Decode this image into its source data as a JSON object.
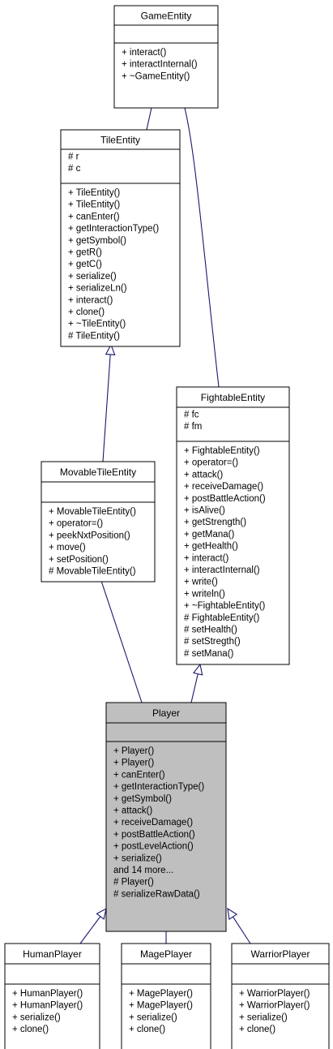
{
  "classes": {
    "GameEntity": {
      "name": "GameEntity",
      "attributes": [],
      "methods": [
        "+ interact()",
        "+ interactInternal()",
        "+ ~GameEntity()"
      ]
    },
    "TileEntity": {
      "name": "TileEntity",
      "attributes": [
        "# r",
        "# c"
      ],
      "methods": [
        "+ TileEntity()",
        "+ TileEntity()",
        "+ canEnter()",
        "+ getInteractionType()",
        "+ getSymbol()",
        "+ getR()",
        "+ getC()",
        "+ serialize()",
        "+ serializeLn()",
        "+ interact()",
        "+ clone()",
        "+ ~TileEntity()",
        "# TileEntity()"
      ]
    },
    "FightableEntity": {
      "name": "FightableEntity",
      "attributes": [
        "# fc",
        "# fm"
      ],
      "methods": [
        "+ FightableEntity()",
        "+ operator=()",
        "+ attack()",
        "+ receiveDamage()",
        "+ postBattleAction()",
        "+ isAlive()",
        "+ getStrength()",
        "+ getMana()",
        "+ getHealth()",
        "+ interact()",
        "+ interactInternal()",
        "+ write()",
        "+ writeln()",
        "+ ~FightableEntity()",
        "# FightableEntity()",
        "# setHealth()",
        "# setStregth()",
        "# setMana()"
      ]
    },
    "MovableTileEntity": {
      "name": "MovableTileEntity",
      "attributes": [],
      "methods": [
        "+ MovableTileEntity()",
        "+ operator=()",
        "+ peekNxtPosition()",
        "+ move()",
        "+ setPosition()",
        "# MovableTileEntity()"
      ]
    },
    "Player": {
      "name": "Player",
      "attributes": [],
      "methods": [
        "+ Player()",
        "+ Player()",
        "+ canEnter()",
        "+ getInteractionType()",
        "+ getSymbol()",
        "+ attack()",
        "+ receiveDamage()",
        "+ postBattleAction()",
        "+ postLevelAction()",
        "+ serialize()",
        "and 14 more...",
        "# Player()",
        "# serializeRawData()"
      ]
    },
    "HumanPlayer": {
      "name": "HumanPlayer",
      "attributes": [],
      "methods": [
        "+ HumanPlayer()",
        "+ HumanPlayer()",
        "+ serialize()",
        "+ clone()"
      ]
    },
    "MagePlayer": {
      "name": "MagePlayer",
      "attributes": [],
      "methods": [
        "+ MagePlayer()",
        "+ MagePlayer()",
        "+ serialize()",
        "+ clone()"
      ]
    },
    "WarriorPlayer": {
      "name": "WarriorPlayer",
      "attributes": [],
      "methods": [
        "+ WarriorPlayer()",
        "+ WarriorPlayer()",
        "+ serialize()",
        "+ clone()"
      ]
    }
  },
  "inheritance": [
    {
      "from": "TileEntity",
      "to": "GameEntity"
    },
    {
      "from": "FightableEntity",
      "to": "GameEntity"
    },
    {
      "from": "MovableTileEntity",
      "to": "TileEntity"
    },
    {
      "from": "Player",
      "to": "MovableTileEntity"
    },
    {
      "from": "Player",
      "to": "FightableEntity"
    },
    {
      "from": "HumanPlayer",
      "to": "Player"
    },
    {
      "from": "MagePlayer",
      "to": "Player"
    },
    {
      "from": "WarriorPlayer",
      "to": "Player"
    }
  ],
  "colors": {
    "edge": "#191970",
    "box_border": "#000000",
    "highlight_fill": "#bfbfbf",
    "box_fill": "#ffffff"
  }
}
